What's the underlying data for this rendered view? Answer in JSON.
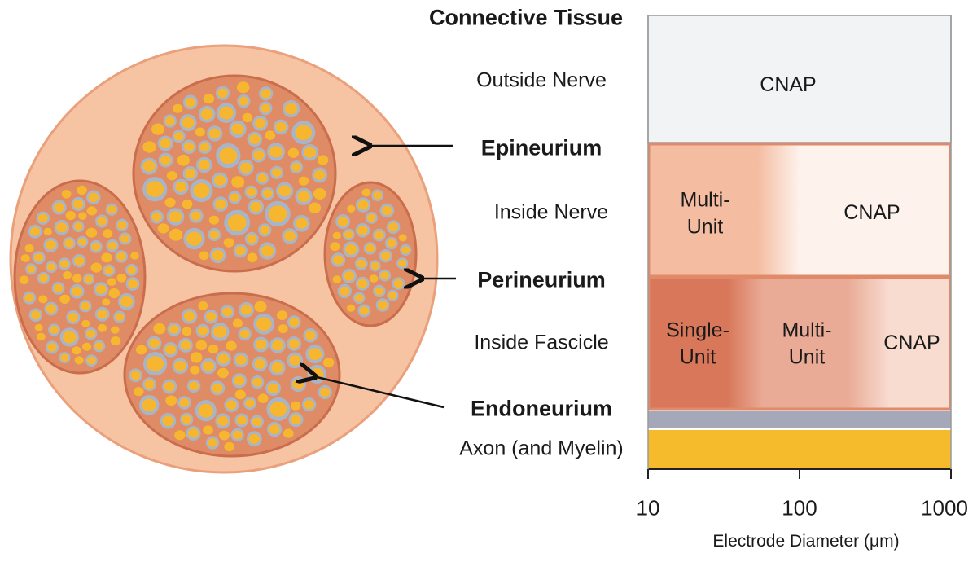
{
  "labels": {
    "connective_tissue": "Connective Tissue",
    "outside_nerve": "Outside Nerve",
    "epineurium": "Epineurium",
    "inside_nerve": "Inside Nerve",
    "perineurium": "Perineurium",
    "inside_fascicle": "Inside Fascicle",
    "endoneurium": "Endoneurium",
    "axon": "Axon (and Myelin)"
  },
  "chart_data": {
    "type": "diagram",
    "xlabel": "Electrode Diameter (μm)",
    "x_scale": "log",
    "xlim": [
      10,
      1000
    ],
    "ticks": [
      {
        "value": 10,
        "label": "10"
      },
      {
        "value": 100,
        "label": "100"
      },
      {
        "value": 1000,
        "label": "1000"
      }
    ],
    "rows": [
      {
        "tissue": "Outside Nerve",
        "regions": [
          {
            "text": "CNAP"
          }
        ]
      },
      {
        "tissue": "Inside Nerve",
        "regions": [
          {
            "text": "Multi-\nUnit"
          },
          {
            "text": "CNAP"
          }
        ]
      },
      {
        "tissue": "Inside Fascicle",
        "regions": [
          {
            "text": "Single-\nUnit"
          },
          {
            "text": "Multi-\nUnit"
          },
          {
            "text": "CNAP"
          }
        ]
      }
    ]
  },
  "colors": {
    "nerve_body": "#f6c3a3",
    "nerve_edge": "#eaa07a",
    "fascicle_fill": "#de8b66",
    "fascicle_edge": "#ca6d4c",
    "axon": "#f6b630",
    "myelin": "#a8b4c8",
    "single_unit": "#d9775a",
    "multi_unit_inside_fascicle": "#e9ab96",
    "cnap_inside_fascicle": "#f8dcd0",
    "multi_unit_inside_nerve": "#f4bca0",
    "cnap_inside_nerve": "#fdf2ec",
    "cnap_outside_nerve": "#f2f3f5",
    "panel_border": "#e18a6a",
    "myelin_bar": "#a5a8b8",
    "axon_bar": "#f6bb2c"
  }
}
